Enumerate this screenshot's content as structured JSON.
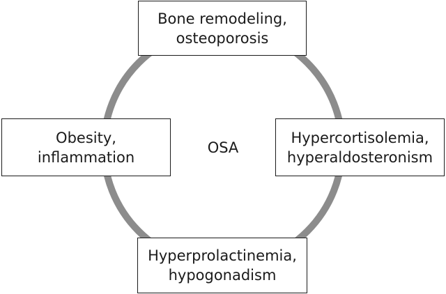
{
  "diagram": {
    "center": "OSA",
    "colors": {
      "ring": "#8c8c8c",
      "border": "#1a1a1a",
      "text": "#1a1a1a",
      "background": "#ffffff"
    },
    "nodes": {
      "top": {
        "line1": "Bone remodeling,",
        "line2": "osteoporosis"
      },
      "left": {
        "line1": "Obesity,",
        "line2": "inflammation"
      },
      "right": {
        "line1": "Hypercortisolemia,",
        "line2": "hyperaldosteronism"
      },
      "bottom": {
        "line1": "Hyperprolactinemia,",
        "line2": "hypogonadism"
      }
    }
  }
}
